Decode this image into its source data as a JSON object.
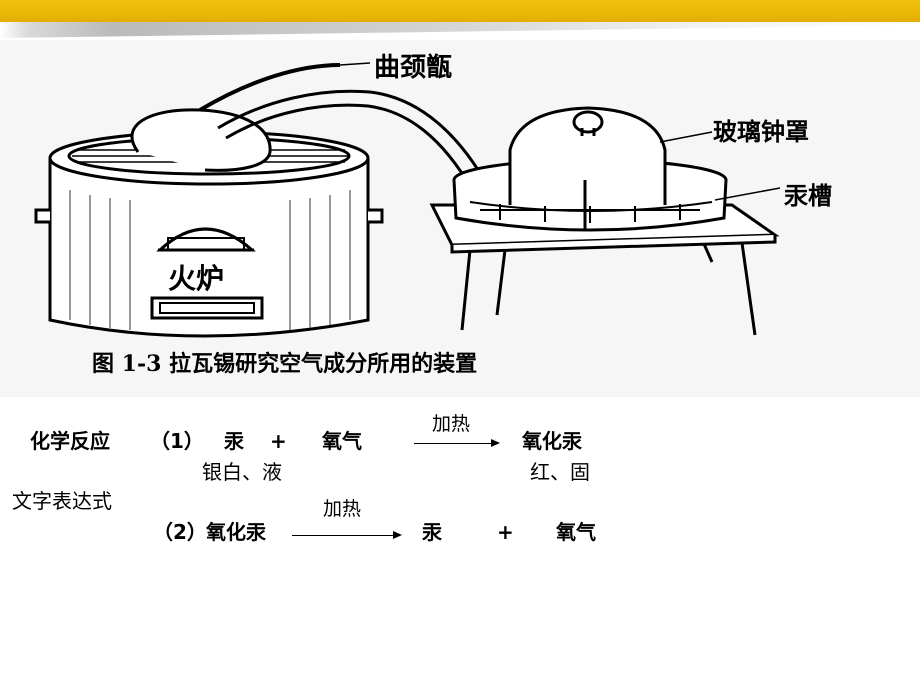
{
  "figure": {
    "labels": {
      "retort": "曲颈甑",
      "bell_jar": "玻璃钟罩",
      "mercury_trough": "汞槽",
      "furnace": "火炉"
    },
    "caption": "图 1-3    拉瓦锡研究空气成分所用的装置"
  },
  "section": {
    "heading": "化学反应",
    "side_label": "文字表达式"
  },
  "reaction1": {
    "number": "（1）",
    "reactant1": "汞",
    "plus": "+",
    "reactant2": "氧气",
    "condition": "加热",
    "product": "氧化汞",
    "reactant1_props": "银白、液",
    "product_props": "红、固"
  },
  "reaction2": {
    "number": "（2）",
    "reactant": "氧化汞",
    "condition": "加热",
    "product1": "汞",
    "plus": "+",
    "product2": "氧气"
  }
}
